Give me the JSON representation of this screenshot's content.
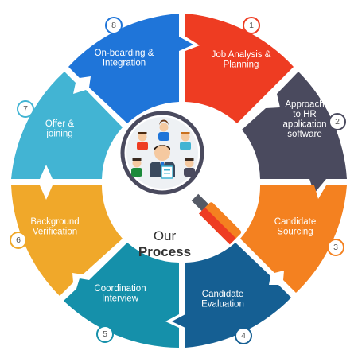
{
  "center": {
    "line1": "Our",
    "line2": "Process"
  },
  "steps": [
    {
      "number": "1",
      "lines": [
        "Job Analysis &",
        "Planning"
      ],
      "color": "#ee3c22"
    },
    {
      "number": "2",
      "lines": [
        "Approach",
        "to HR",
        "application",
        "software"
      ],
      "color": "#4a4a5e"
    },
    {
      "number": "3",
      "lines": [
        "Candidate",
        "Sourcing"
      ],
      "color": "#f48120"
    },
    {
      "number": "4",
      "lines": [
        "Candidate",
        "Evaluation"
      ],
      "color": "#155f93"
    },
    {
      "number": "5",
      "lines": [
        "Coordination",
        "Interview"
      ],
      "color": "#1590aa"
    },
    {
      "number": "6",
      "lines": [
        "Background",
        "Verification"
      ],
      "color": "#f0a82a"
    },
    {
      "number": "7",
      "lines": [
        "Offer &",
        "joining"
      ],
      "color": "#42b4d3"
    },
    {
      "number": "8",
      "lines": [
        "On-boarding &",
        "Integration"
      ],
      "color": "#1f75d9"
    }
  ],
  "icons": [
    "magnifier-icon",
    "team-people-icon"
  ]
}
